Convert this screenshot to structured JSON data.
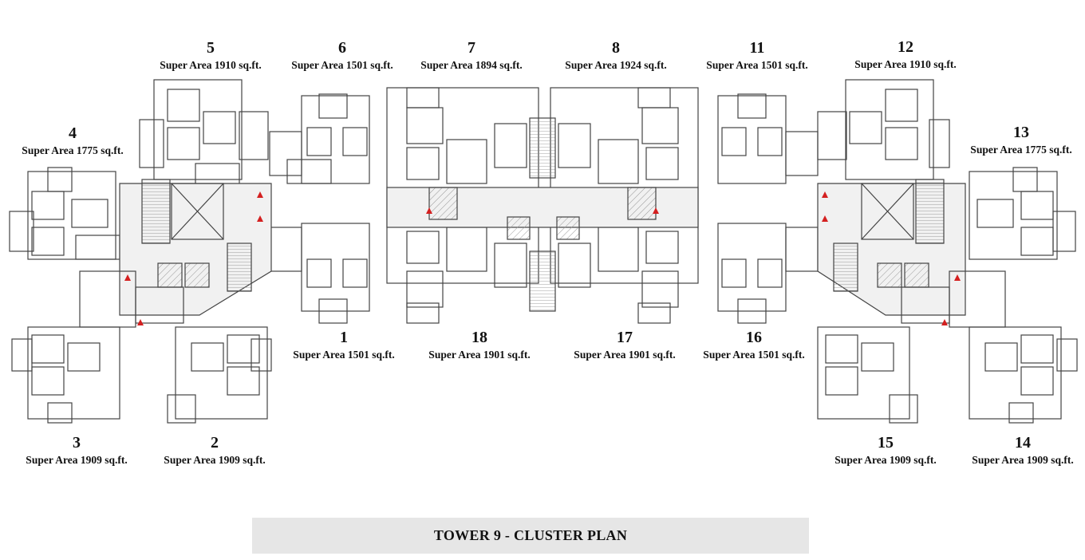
{
  "title": "TOWER 9 - CLUSTER PLAN",
  "units": [
    {
      "number": "5",
      "area": "Super Area 1910 sq.ft."
    },
    {
      "number": "6",
      "area": "Super Area 1501 sq.ft."
    },
    {
      "number": "7",
      "area": "Super Area 1894 sq.ft."
    },
    {
      "number": "8",
      "area": "Super Area 1924 sq.ft."
    },
    {
      "number": "11",
      "area": "Super Area 1501 sq.ft."
    },
    {
      "number": "12",
      "area": "Super Area 1910 sq.ft."
    },
    {
      "number": "4",
      "area": "Super Area 1775 sq.ft."
    },
    {
      "number": "13",
      "area": "Super Area 1775 sq.ft."
    },
    {
      "number": "1",
      "area": "Super Area 1501 sq.ft."
    },
    {
      "number": "18",
      "area": "Super Area 1901 sq.ft."
    },
    {
      "number": "17",
      "area": "Super Area 1901 sq.ft."
    },
    {
      "number": "16",
      "area": "Super Area 1501 sq.ft."
    },
    {
      "number": "3",
      "area": "Super Area 1909 sq.ft."
    },
    {
      "number": "2",
      "area": "Super Area 1909 sq.ft."
    },
    {
      "number": "15",
      "area": "Super Area 1909 sq.ft."
    },
    {
      "number": "14",
      "area": "Super Area 1909 sq.ft."
    }
  ]
}
